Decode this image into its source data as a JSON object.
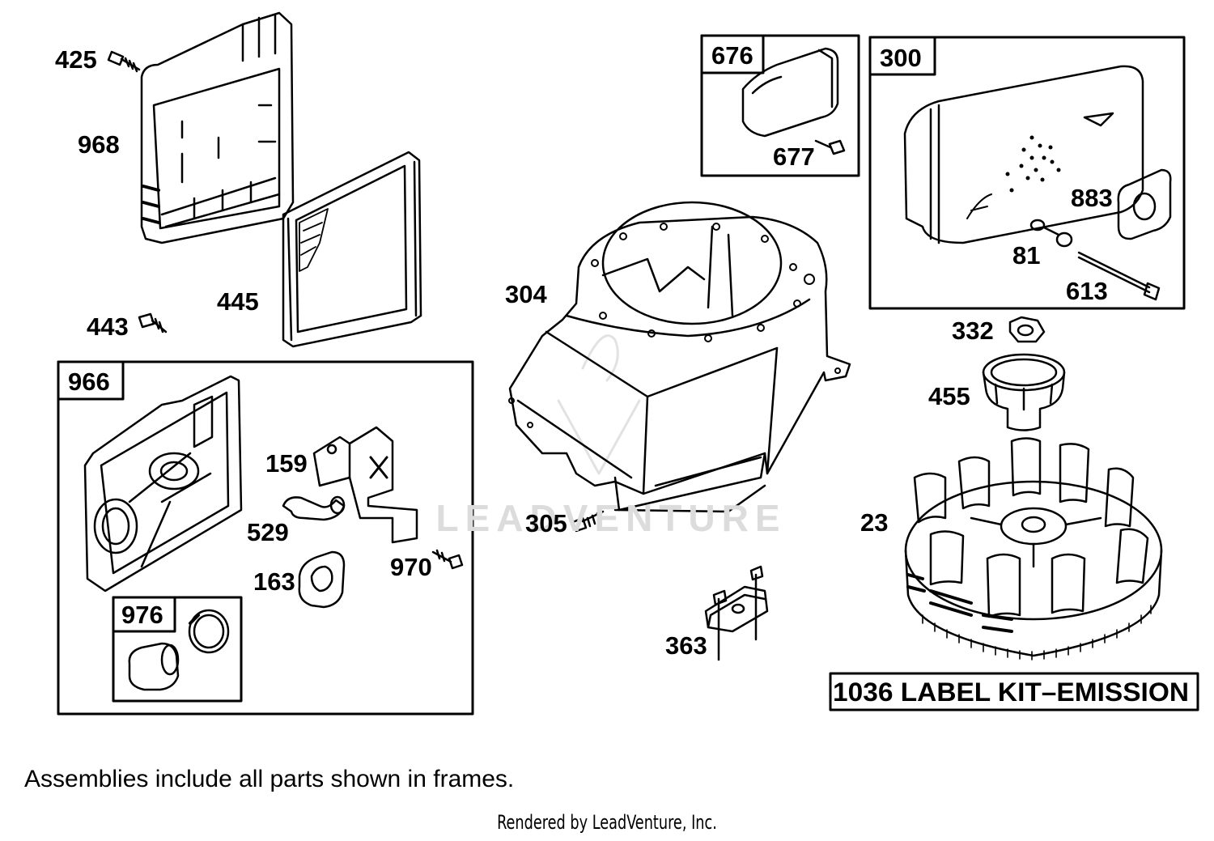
{
  "diagram": {
    "callouts": [
      {
        "id": "425",
        "label": "425"
      },
      {
        "id": "968",
        "label": "968"
      },
      {
        "id": "445",
        "label": "445"
      },
      {
        "id": "443",
        "label": "443"
      },
      {
        "id": "677",
        "label": "677"
      },
      {
        "id": "304",
        "label": "304"
      },
      {
        "id": "883",
        "label": "883"
      },
      {
        "id": "81",
        "label": "81"
      },
      {
        "id": "613",
        "label": "613"
      },
      {
        "id": "332",
        "label": "332"
      },
      {
        "id": "455",
        "label": "455"
      },
      {
        "id": "23",
        "label": "23"
      },
      {
        "id": "159",
        "label": "159"
      },
      {
        "id": "529",
        "label": "529"
      },
      {
        "id": "305",
        "label": "305"
      },
      {
        "id": "970",
        "label": "970"
      },
      {
        "id": "163",
        "label": "163"
      },
      {
        "id": "363",
        "label": "363"
      }
    ],
    "frames": [
      {
        "id": "676",
        "label": "676"
      },
      {
        "id": "300",
        "label": "300"
      },
      {
        "id": "966",
        "label": "966"
      },
      {
        "id": "976",
        "label": "976"
      }
    ],
    "kit_label": "1036 LABEL KIT–EMISSION",
    "watermark": "LEADVENTURE"
  },
  "footer": {
    "note": "Assemblies include all parts shown in frames.",
    "credit": "Rendered by LeadVenture, Inc."
  }
}
